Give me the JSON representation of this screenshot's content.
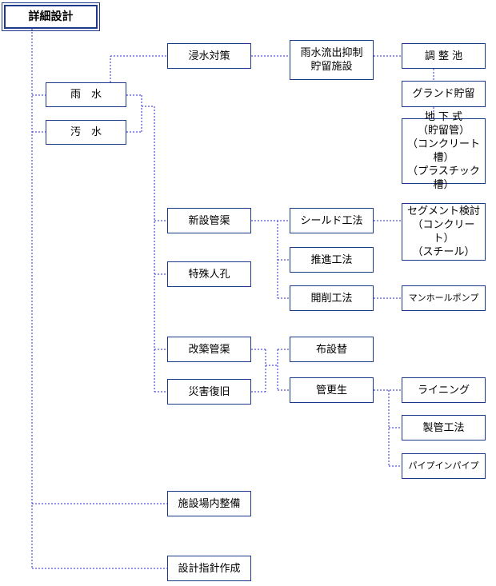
{
  "nodes": {
    "root": "詳細設計",
    "usui": "雨　水",
    "osui": "汚　水",
    "shinsui": "浸水対策",
    "usui_ryushutsu": "雨水流出抑制\n貯留施設",
    "choseichi": "調 整 池",
    "ground": "グランド貯留",
    "chikashiki": "地 下 式\n（貯留管）\n（コンクリート槽）\n（プラスチック槽）",
    "shinsetsu": "新設管渠",
    "tokushu": "特殊人孔",
    "shield": "シールド工法",
    "segment": "セグメント検討\n（コンクリート）\n（スチール）",
    "suishin": "推進工法",
    "kaisaku": "開削工法",
    "manhole_pump": "マンホールポンプ",
    "kaichiku": "改築管渠",
    "saigai": "災害復旧",
    "fusetsukae": "布設替",
    "kankosei": "管更生",
    "lining": "ライニング",
    "seikan": "製管工法",
    "pipe_in_pipe": "パイプインパイプ",
    "shisetsu_jonai": "施設場内整備",
    "sekkei_shishin": "設計指針作成"
  },
  "colors": {
    "box_border": "#1c3a8c",
    "connector": "#2a2ad0"
  }
}
